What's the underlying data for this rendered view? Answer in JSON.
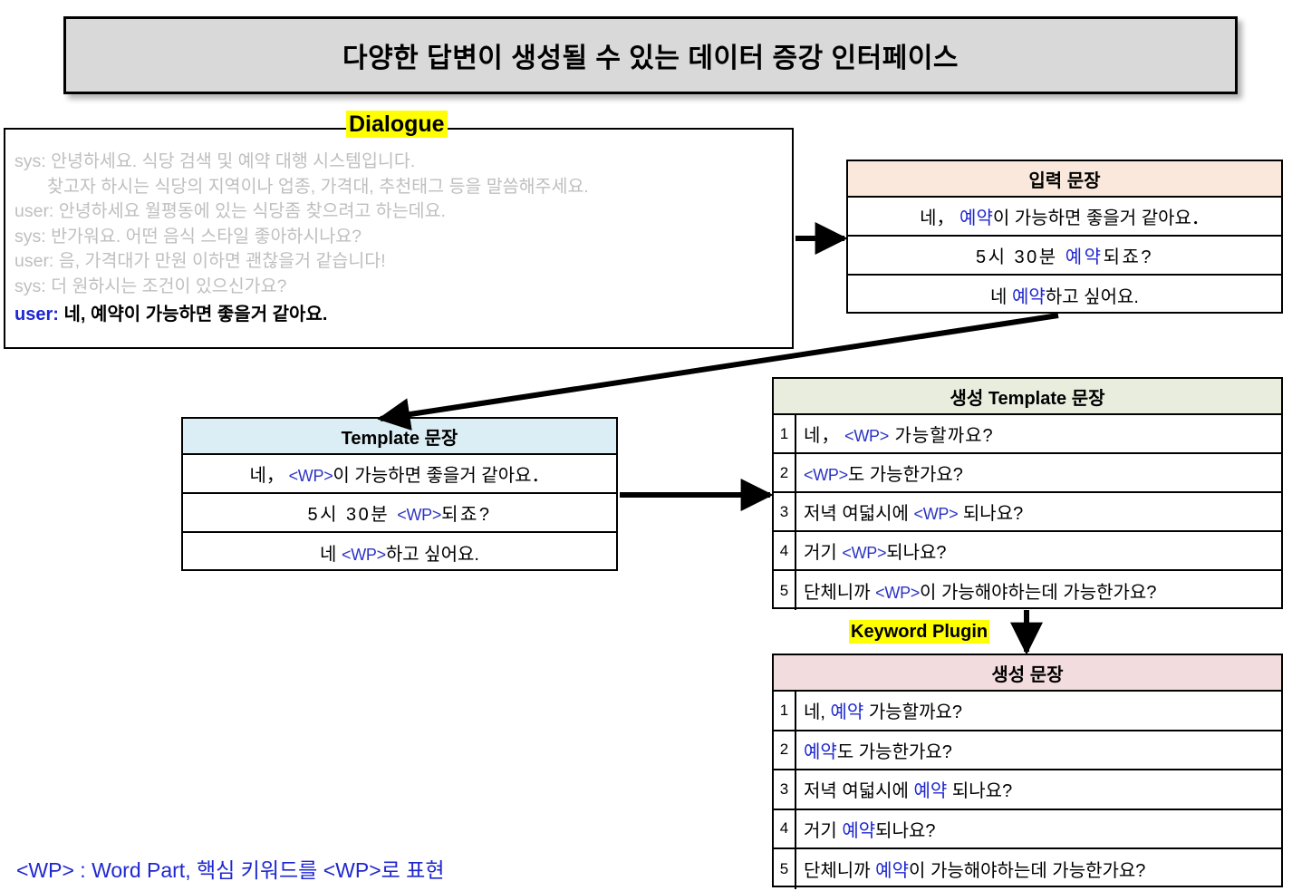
{
  "title": {
    "text": "다양한 답변이 생성될 수 있는 데이터 증강 인터페이스"
  },
  "dialogue": {
    "label": "Dialogue",
    "lines": [
      {
        "speaker": "sys:",
        "text": " 안녕하세요. 식당 검색 및 예약 대행 시스템입니다.",
        "indent": false,
        "active": false
      },
      {
        "speaker": "",
        "text": "찾고자 하시는 식당의 지역이나 업종, 가격대, 추천태그 등을 말씀해주세요.",
        "indent": true,
        "active": false
      },
      {
        "speaker": "user:",
        "text": " 안녕하세요 월평동에 있는 식당좀 찾으려고 하는데요.",
        "indent": false,
        "active": false
      },
      {
        "speaker": "sys:",
        "text": " 반가워요. 어떤 음식 스타일 좋아하시나요?",
        "indent": false,
        "active": false
      },
      {
        "speaker": "user:",
        "text": " 음, 가격대가 만원 이하면 괜찮을거 같습니다!",
        "indent": false,
        "active": false
      },
      {
        "speaker": "sys:",
        "text": " 더 원하시는 조건이 있으신가요?",
        "indent": false,
        "active": false
      },
      {
        "speaker": "user:",
        "text": " 네, 예약이 가능하면 좋을거 같아요.",
        "indent": false,
        "active": true
      }
    ]
  },
  "input_sentence": {
    "header": "입력 문장",
    "rows": [
      {
        "pre": "네，",
        "kw": " 예약",
        "post": "이  가능하면  좋을거  같아요．",
        "align": "center"
      },
      {
        "pre": "5시 30분 ",
        "kw": "예약",
        "post": "되죠?",
        "align": "center"
      },
      {
        "pre": "네 ",
        "kw": "예약",
        "post": "하고 싶어요.",
        "align": "center"
      }
    ]
  },
  "template_sentence": {
    "header": "Template 문장",
    "rows": [
      {
        "pre": "네，",
        "kw": " <WP>",
        "post": "이  가능하면  좋을거  같아요．",
        "align": "center"
      },
      {
        "pre": "5시 30분 ",
        "kw": "<WP>",
        "post": "되죠?",
        "align": "center"
      },
      {
        "pre": "네 ",
        "kw": "<WP>",
        "post": "하고 싶어요.",
        "align": "center"
      }
    ]
  },
  "generated_template": {
    "header": "생성 Template 문장",
    "rows": [
      {
        "num": "1",
        "pre": "네，",
        "kw": " <WP>",
        "post": " 가능할까요?",
        "align": "left"
      },
      {
        "num": "2",
        "pre": "",
        "kw": "<WP>",
        "post": "도 가능한가요?",
        "align": "left"
      },
      {
        "num": "3",
        "pre": "저녁 여덟시에 ",
        "kw": "<WP>",
        "post": " 되나요?",
        "align": "left"
      },
      {
        "num": "4",
        "pre": "거기 ",
        "kw": "<WP>",
        "post": "되나요?",
        "align": "left"
      },
      {
        "num": "5",
        "pre": "단체니까 ",
        "kw": "<WP>",
        "post": "이 가능해야하는데 가능한가요?",
        "align": "left"
      }
    ]
  },
  "generated_sentence": {
    "header": "생성 문장",
    "rows": [
      {
        "num": "1",
        "pre": "네, ",
        "kw": "예약",
        "post": " 가능할까요?",
        "align": "left"
      },
      {
        "num": "2",
        "pre": "",
        "kw": "예약",
        "post": "도 가능한가요?",
        "align": "left"
      },
      {
        "num": "3",
        "pre": "저녁 여덟시에 ",
        "kw": "예약",
        "post": " 되나요?",
        "align": "left"
      },
      {
        "num": "4",
        "pre": "거기 ",
        "kw": "예약",
        "post": "되나요?",
        "align": "left"
      },
      {
        "num": "5",
        "pre": "단체니까 ",
        "kw": "예약",
        "post": "이 가능해야하는데 가능한가요?",
        "align": "left"
      }
    ]
  },
  "keyword_plugin": {
    "label": "Keyword Plugin"
  },
  "footnote": {
    "text": "<WP> : Word Part, 핵심 키워드를 <WP>로 표현"
  },
  "colors": {
    "title_fill": "#d9d9d9",
    "input_header": "#fae8dc",
    "template_header": "#dceef5",
    "gen_template_header": "#e9edde",
    "gen_sentence_header": "#f2dcdd",
    "highlight": "#ffff00",
    "keyword_blue": "#1f27d0",
    "dialogue_muted": "#bfbfbf"
  }
}
